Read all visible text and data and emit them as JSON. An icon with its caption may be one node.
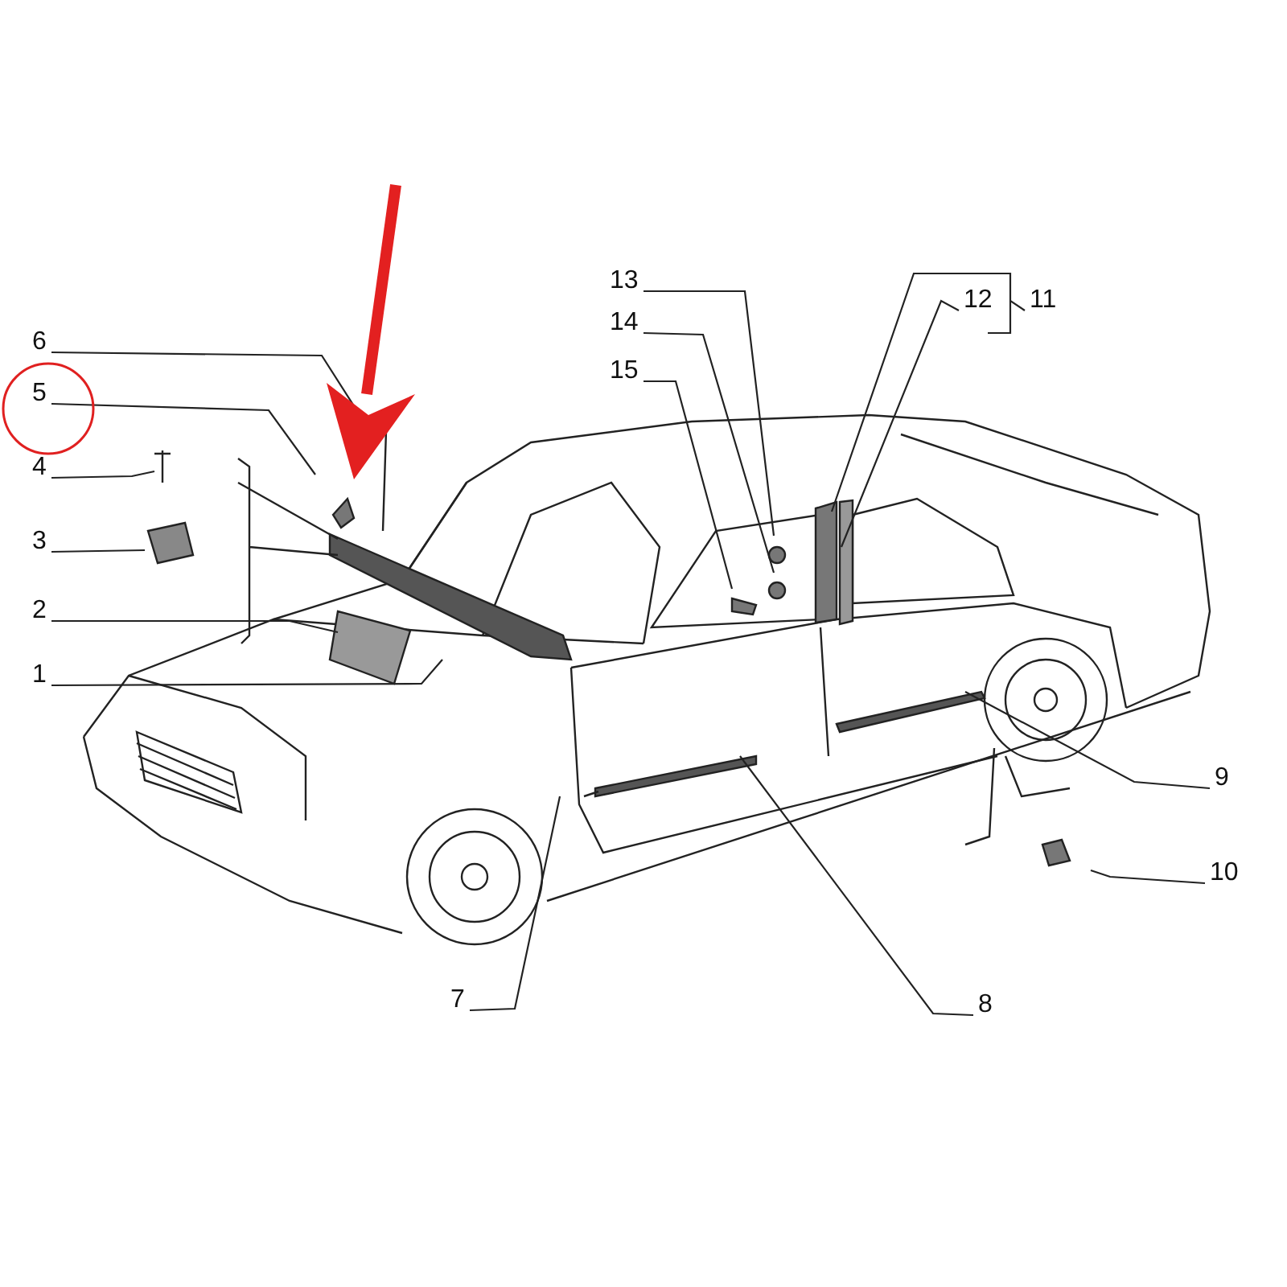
{
  "diagram": {
    "nodes": [
      {
        "text": [
          "13"
        ]
      },
      {
        "text": [
          "12"
        ]
      },
      {
        "text": [
          "11"
        ]
      },
      {
        "text": [
          "14"
        ]
      },
      {
        "text": [
          "6"
        ]
      },
      {
        "text": [
          "15"
        ]
      },
      {
        "text": [
          "5"
        ]
      },
      {
        "text": [
          "4"
        ]
      },
      {
        "text": [
          "3"
        ]
      },
      {
        "text": [
          "2"
        ]
      },
      {
        "text": [
          "1"
        ]
      },
      {
        "text": [
          "9"
        ]
      },
      {
        "text": [
          "10"
        ]
      },
      {
        "text": [
          "7"
        ]
      },
      {
        "text": [
          "8"
        ]
      }
    ],
    "edges": [
      {
        "from": 0,
        "to": null,
        "arrow": "none"
      },
      {
        "from": 1,
        "to": null,
        "arrow": "none"
      },
      {
        "from": 2,
        "to": null,
        "arrow": "none"
      },
      {
        "from": 3,
        "to": null,
        "arrow": "none"
      },
      {
        "from": 4,
        "to": null,
        "arrow": "none"
      },
      {
        "from": 5,
        "to": null,
        "arrow": "none"
      },
      {
        "from": 6,
        "to": null,
        "arrow": "none"
      },
      {
        "from": 7,
        "to": null,
        "arrow": "none"
      },
      {
        "from": 8,
        "to": null,
        "arrow": "none"
      },
      {
        "from": 9,
        "to": null,
        "arrow": "none"
      },
      {
        "from": 10,
        "to": null,
        "arrow": "none"
      },
      {
        "from": 11,
        "to": null,
        "arrow": "none"
      },
      {
        "from": 12,
        "to": null,
        "arrow": "none"
      },
      {
        "from": 13,
        "to": null,
        "arrow": "none"
      },
      {
        "from": 14,
        "to": null,
        "arrow": "none"
      }
    ]
  }
}
